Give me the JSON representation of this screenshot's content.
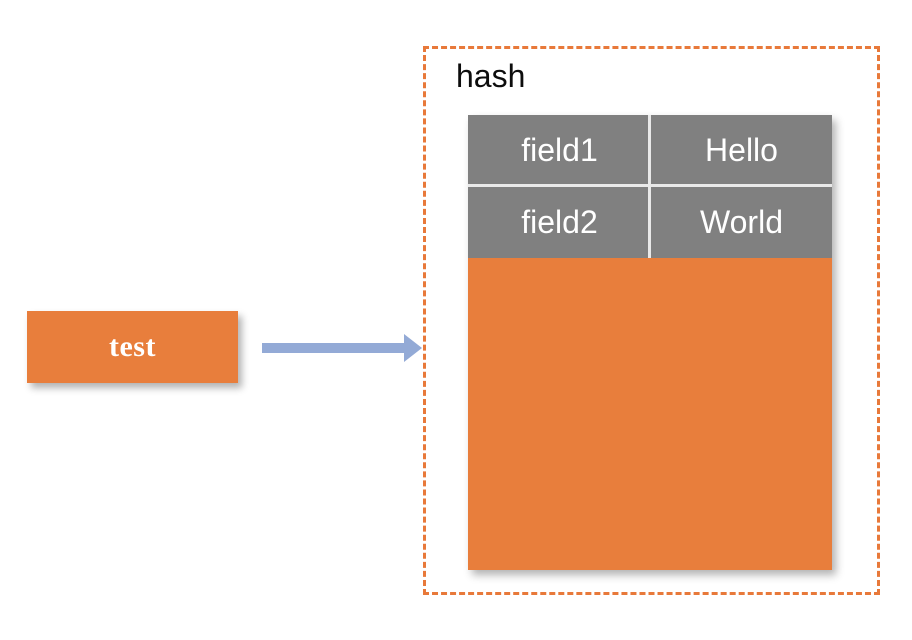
{
  "diagram": {
    "title": "redis-hash-structure",
    "key": {
      "label": "test",
      "fill_color": "#e87e3c",
      "text_color": "#ffffff"
    },
    "arrow": {
      "name": "points-to-arrow",
      "color": "#93aad6",
      "direction": "right"
    },
    "container": {
      "caption": "hash",
      "border_color": "#e8793a",
      "border_style": "dashed"
    },
    "table": {
      "header_color": "#808080",
      "gridline_color": "#e9e9e9",
      "fill_color": "#e87e3c",
      "rows": [
        {
          "field": "field1",
          "value": "Hello"
        },
        {
          "field": "field2",
          "value": "World"
        }
      ]
    }
  }
}
